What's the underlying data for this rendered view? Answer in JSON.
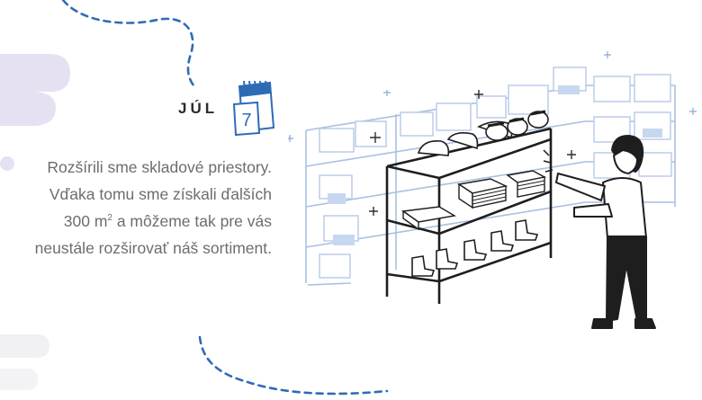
{
  "month": {
    "label": "JÚL",
    "day": "7"
  },
  "description": {
    "line1": "Rozšírili sme skladové priestory.",
    "line2": "Vďaka tomu sme získali ďalších",
    "line3_pre": "300 m",
    "line3_sup": "2",
    "line3_post": " a môžeme tak pre vás",
    "line4": "neustále rozširovať náš sortiment."
  },
  "colors": {
    "accent_blue": "#2f6bb5",
    "light_blue": "#c7d7ef",
    "lavender": "#e6e1f2",
    "text_gray": "#6d6d6d",
    "heading_dark": "#2b2b2b"
  },
  "icons": {
    "calendar": "calendar-icon",
    "illustration": "warehouse-person-illustration"
  }
}
